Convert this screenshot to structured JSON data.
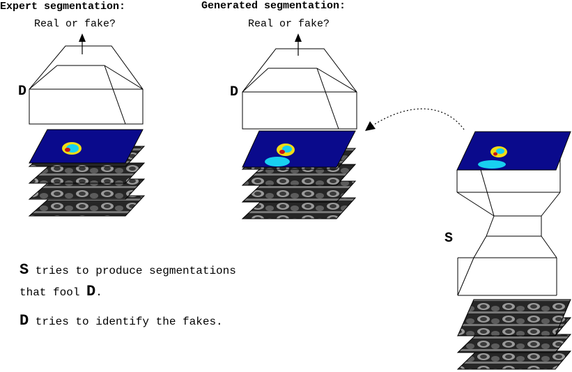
{
  "headers": {
    "expert": "Expert segmentation:",
    "generated": "Generated segmentation:"
  },
  "question": "Real or fake?",
  "labels": {
    "discriminator": "D",
    "segmenter": "S"
  },
  "caption": {
    "line1_lead": "S",
    "line1_text": " tries to produce segmentations",
    "line2_text": "that fool ",
    "line2_bold": "D",
    "line2_end": ".",
    "line3_lead": "D",
    "line3_text": " tries to identify the fakes."
  },
  "colors": {
    "segmentation_background": "#0a0a8c",
    "segmentation_cyan": "#18d0f0",
    "segmentation_yellow": "#f2dc14",
    "segmentation_red": "#c81418",
    "mri_dark": "#1e1e1e",
    "mri_mid": "#8a8a8a"
  }
}
